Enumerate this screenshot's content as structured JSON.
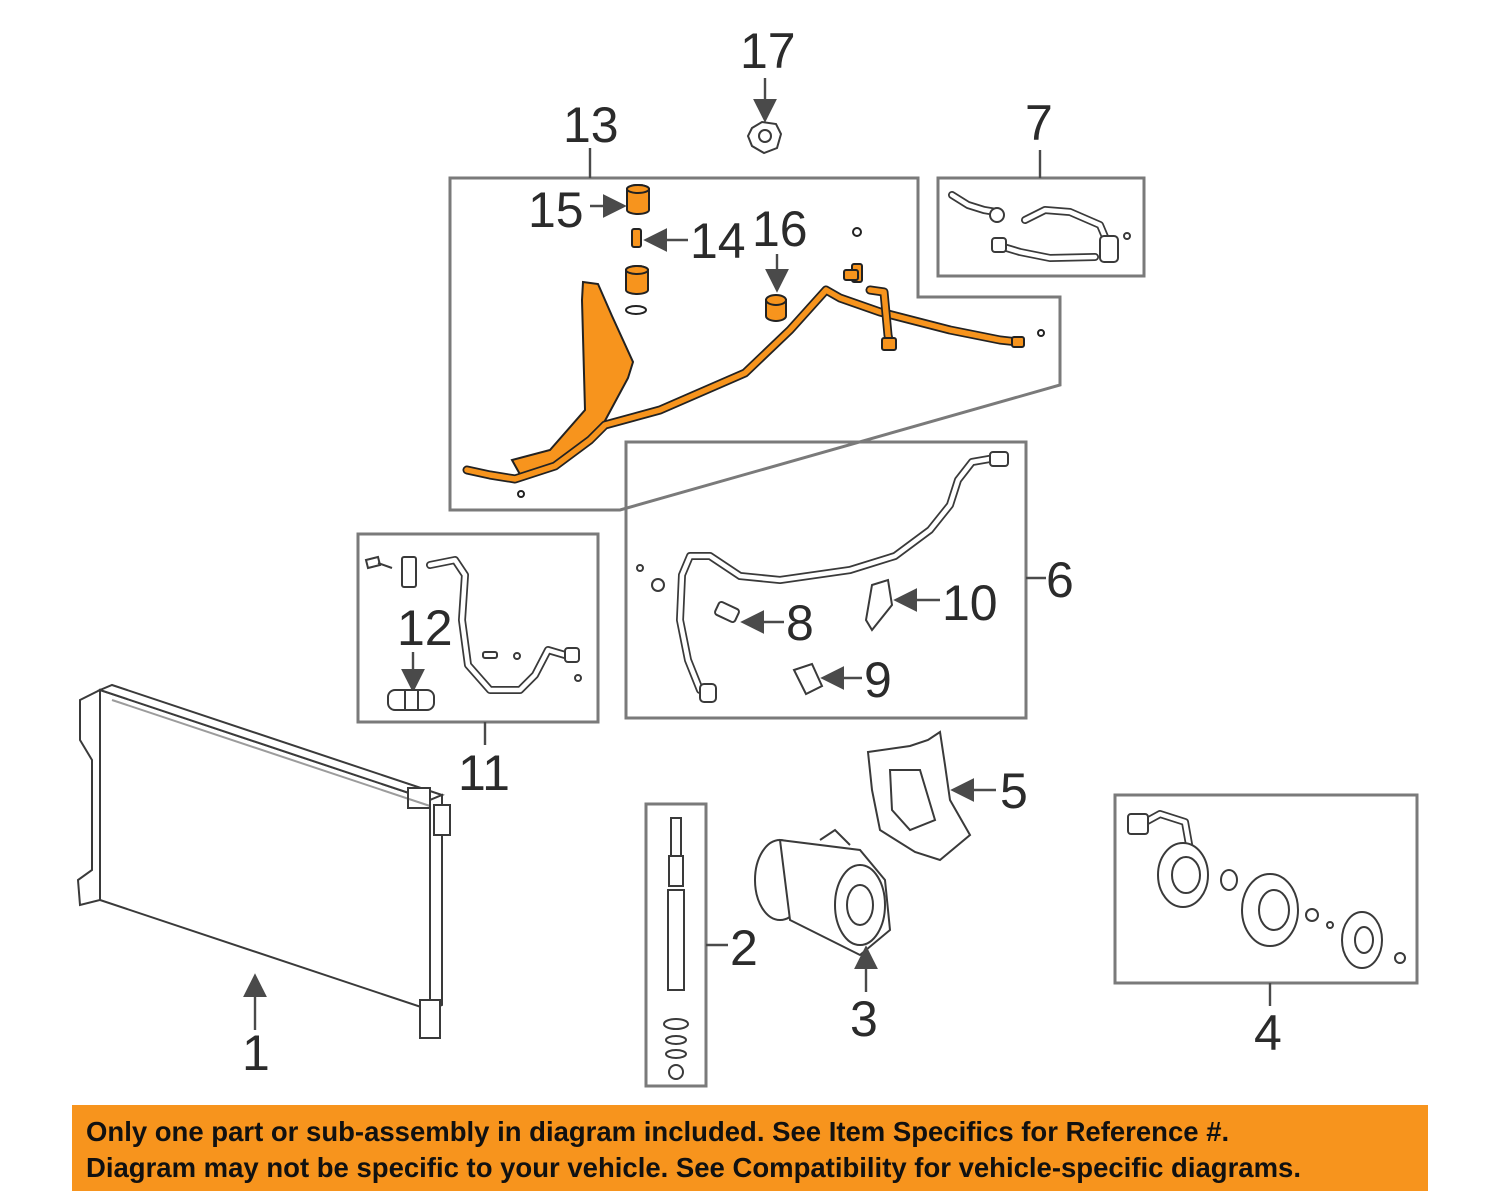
{
  "callouts": {
    "c1": "1",
    "c2": "2",
    "c3": "3",
    "c4": "4",
    "c5": "5",
    "c6": "6",
    "c7": "7",
    "c8": "8",
    "c9": "9",
    "c10": "10",
    "c11": "11",
    "c12": "12",
    "c13": "13",
    "c14": "14",
    "c15": "15",
    "c16": "16",
    "c17": "17"
  },
  "colors": {
    "highlight": "#f7941d",
    "line": "#3a3a3a",
    "box": "#7a7a7a"
  },
  "notice": {
    "line1": "Only one part or sub-assembly in diagram included. See Item Specifics for Reference #.",
    "line2": "Diagram may not be specific to your vehicle. See Compatibility for vehicle-specific diagrams."
  }
}
